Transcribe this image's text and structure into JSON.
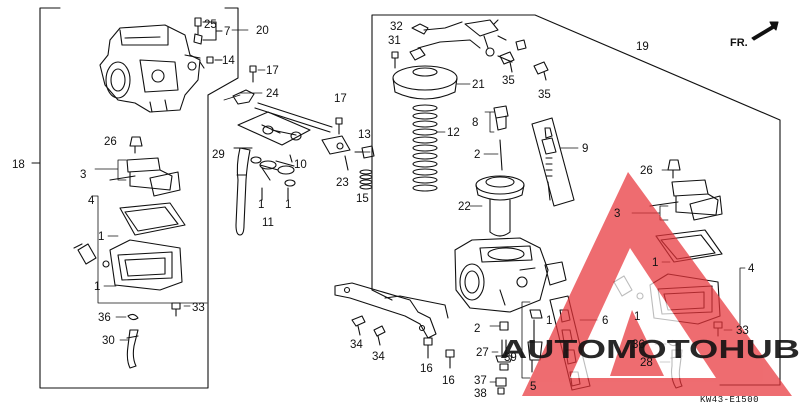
{
  "diagram": {
    "direction_label": "FR.",
    "diagram_code": "KW43-E1500",
    "watermark": {
      "text": "AUTOMOTOHUB",
      "colors": {
        "triangle": "#e8343a",
        "text_main": "#f0a94a",
        "text_hub": "#3b3b3b"
      }
    },
    "callouts": {
      "c18": "18",
      "c20": "20",
      "c25": "25",
      "c7": "7",
      "c14": "14",
      "c17a": "17",
      "c24": "24",
      "c26a": "26",
      "c3a": "3",
      "c29": "29",
      "c10": "10",
      "c11": "11",
      "c1a": "1",
      "c4a": "4",
      "c1b": "1",
      "c1c": "1",
      "c1d": "1",
      "c33a": "33",
      "c36a": "36",
      "c30": "30",
      "c32": "32",
      "c31": "31",
      "c35a": "35",
      "c35b": "35",
      "c21": "21",
      "c19": "19",
      "c8": "8",
      "c12": "12",
      "c17b": "17",
      "c13": "13",
      "c2a": "2",
      "c23": "23",
      "c15": "15",
      "c9": "9",
      "c22": "22",
      "c26b": "26",
      "c3b": "3",
      "c1e": "1",
      "c4b": "4",
      "c1f": "1",
      "c1g": "1",
      "c6": "6",
      "c2b": "2",
      "c34a": "34",
      "c34b": "34",
      "c27": "27",
      "c39": "39",
      "c16a": "16",
      "c16b": "16",
      "c37": "37",
      "c38": "38",
      "c5": "5",
      "c36b": "36",
      "c28": "28",
      "c33b": "33"
    }
  }
}
